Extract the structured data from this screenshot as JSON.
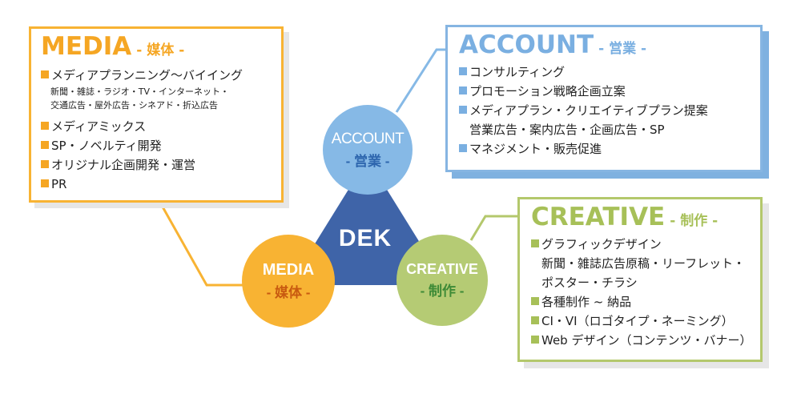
{
  "colors": {
    "media": "#f8b333",
    "account": "#86b9e6",
    "creative": "#b5cb74",
    "center": "#3f64a8"
  },
  "center": {
    "logo": "DEK"
  },
  "circles": {
    "account": {
      "main": "ACCOUNT",
      "sub": "- 営業 -"
    },
    "media": {
      "main": "MEDIA",
      "sub": "- 媒体 -"
    },
    "creative": {
      "main": "CREATIVE",
      "sub": "- 制作 -"
    }
  },
  "media": {
    "title": "MEDIA",
    "subtitle": "- 媒体 -",
    "items": [
      "メディアプランニング〜バイイング",
      "新聞・雑誌・ラジオ・TV・インターネット・",
      "交通広告・屋外広告・シネアド・折込広告",
      "メディアミックス",
      "SP・ノベルティ開発",
      "オリジナル企画開発・運営",
      "PR"
    ]
  },
  "account": {
    "title": "ACCOUNT",
    "subtitle": "- 営業 -",
    "items": [
      "コンサルティング",
      "プロモーション戦略企画立案",
      "メディアプラン・クリエイティブプラン提案",
      "営業広告・案内広告・企画広告・SP",
      "マネジメント・販売促進"
    ]
  },
  "creative": {
    "title": "CREATIVE",
    "subtitle": "- 制作 -",
    "items": [
      "グラフィックデザイン",
      "新聞・雑誌広告原稿・リーフレット・",
      "ポスター・チラシ",
      "各種制作 ~ 納品",
      "CI・VI（ロゴタイプ・ネーミング）",
      "Web デザイン（コンテンツ・バナー）"
    ]
  }
}
